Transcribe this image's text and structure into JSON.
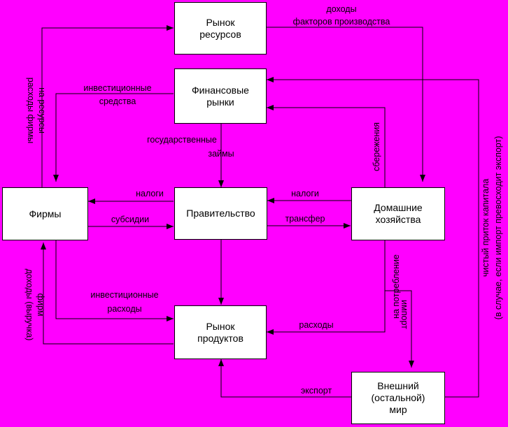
{
  "nodes": {
    "resources_market": "Рынок\nресурсов",
    "financial_markets": "Финансовые\nрынки",
    "firms": "Фирмы",
    "government": "Правительство",
    "households": "Домашние\nхозяйства",
    "products_market": "Рынок\nпродуктов",
    "foreign_world": "Внешний\n(остальной)\nмир"
  },
  "labels": {
    "factor_income_1": "доходы",
    "factor_income_2": "факторов производства",
    "firm_resource_spending_1": "расходы фирмы",
    "firm_resource_spending_2": "на ресурсы",
    "investment_funds_1": "инвестиционные",
    "investment_funds_2": "средства",
    "gov_borrowing_1": "государственные",
    "gov_borrowing_2": "займы",
    "savings": "сбережения",
    "net_capital_inflow_1": "чистый приток капитала",
    "net_capital_inflow_2": "(в случае, если импорт превосходит экспорт)",
    "taxes_firms": "налоги",
    "subsidies": "субсидии",
    "taxes_households": "налоги",
    "transfers": "трансфер",
    "firm_revenue_1": "доходы (выручка)",
    "firm_revenue_2": "фирм",
    "investment_spending_1": "инвестиционные",
    "investment_spending_2": "расходы",
    "consumption_spending_1": "расходы",
    "consumption_spending_2": "на потребление",
    "imports": "импорт",
    "exports": "экспорт"
  },
  "colors": {
    "background": "#ff00ff",
    "box": "#ffffff",
    "line": "#000000"
  }
}
